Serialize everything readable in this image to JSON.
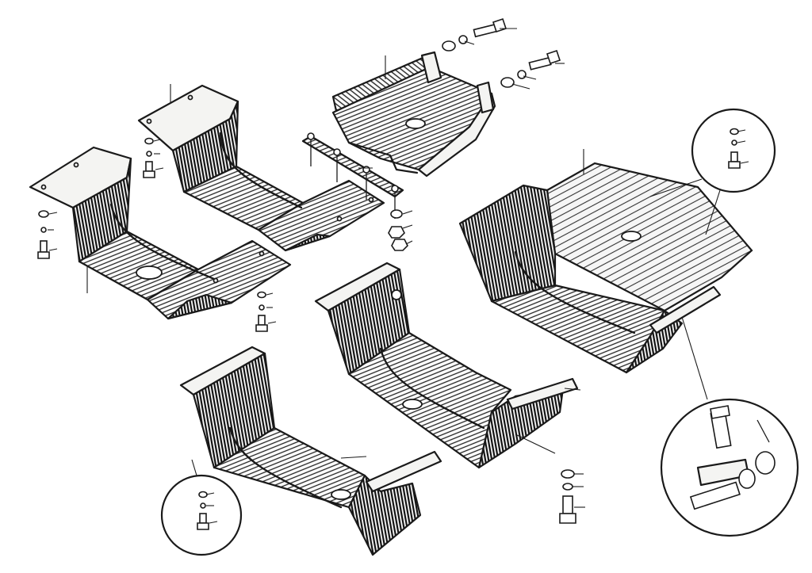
{
  "figure": {
    "kind": "exploded-parts-drawing",
    "description_visible_text": "",
    "parts": [
      {
        "id": "rear-floor-left",
        "name": "floor-panel"
      },
      {
        "id": "rear-floor-right",
        "name": "floor-panel"
      },
      {
        "id": "seat-support-bracket",
        "name": "bracket"
      },
      {
        "id": "stud-plate",
        "name": "stud-plate"
      },
      {
        "id": "front-floor-large",
        "name": "floor-panel"
      },
      {
        "id": "front-floor-centre",
        "name": "floor-panel"
      },
      {
        "id": "front-floor-left",
        "name": "floor-panel"
      }
    ],
    "details": [
      {
        "id": "detail-fasteners-top-right",
        "name": "circle-detail"
      },
      {
        "id": "detail-fasteners-bottom-left",
        "name": "circle-detail"
      },
      {
        "id": "detail-hinge-bottom-right",
        "name": "circle-detail"
      }
    ],
    "colors": {
      "ink": "#1a1a1a",
      "paper": "#ffffff"
    }
  }
}
